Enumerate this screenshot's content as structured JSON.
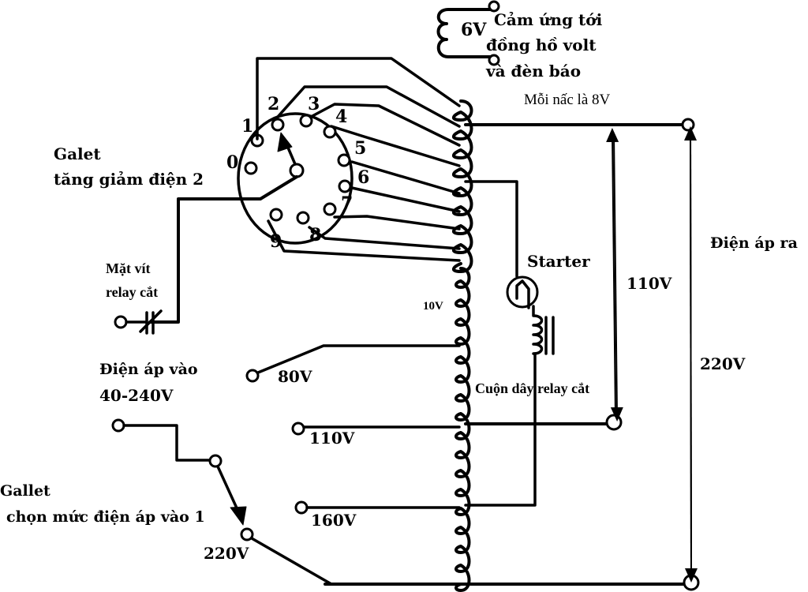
{
  "title": "Sơ đồ ổn áp (bộ biến áp tự ngẫu)",
  "labels": {
    "sense_coil_voltage": "6V",
    "sense_line1": "Cảm ứng tới",
    "sense_line2": "đồng hồ volt",
    "sense_line3": "và đèn báo",
    "per_tap": "Mỗi nấc là 8V",
    "galet2_line1": "Galet",
    "galet2_line2": "tăng giảm điện 2",
    "relay_contact_line1": "Mặt vít",
    "relay_contact_line2": "relay cắt",
    "winding_section": "10V",
    "starter": "Starter",
    "relay_coil": "Cuộn dây relay cắt",
    "output_label": "Điện áp ra",
    "out_110": "110V",
    "out_220": "220V",
    "input_line1": "Điện áp vào",
    "input_line2": "40-240V",
    "galet1_line1": "Gallet",
    "galet1_line2": "chọn mức điện áp vào 1",
    "tap_80": "80V",
    "tap_110": "110V",
    "tap_160": "160V",
    "tap_220": "220V"
  },
  "galet2_positions": [
    "0",
    "1",
    "2",
    "3",
    "4",
    "5",
    "6",
    "7",
    "8",
    "9"
  ],
  "colors": {
    "ink": "#000000",
    "background": "#ffffff"
  }
}
